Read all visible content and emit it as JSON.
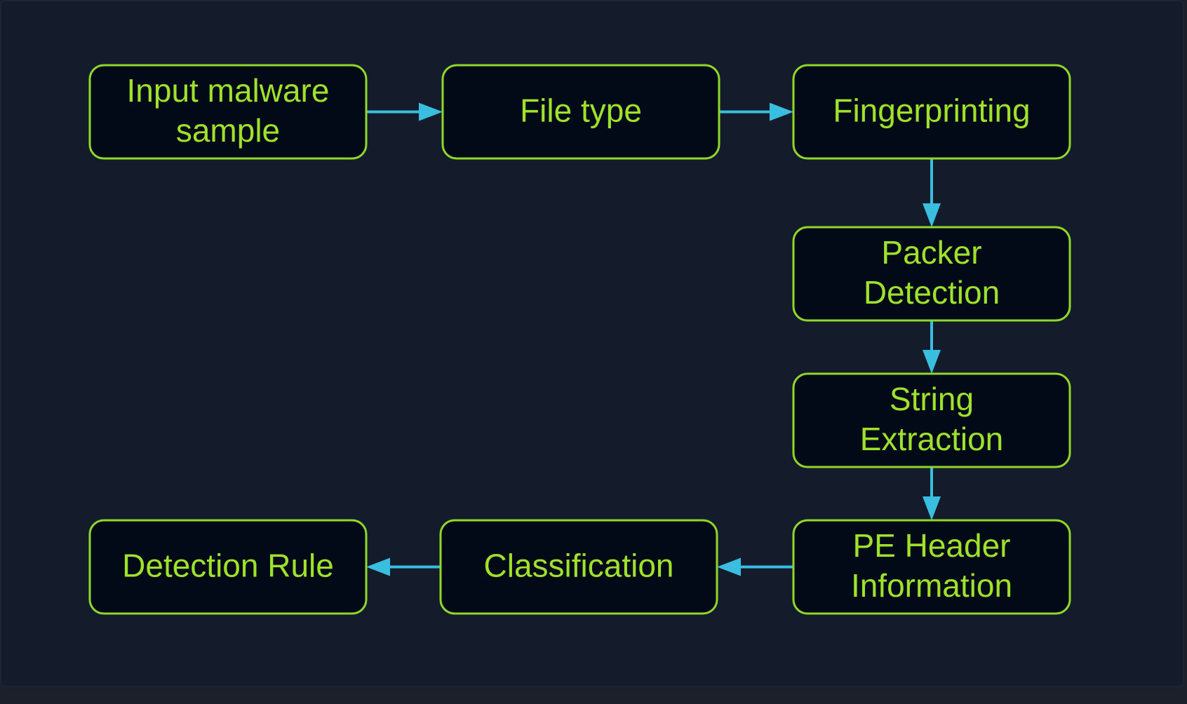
{
  "diagram": {
    "colors": {
      "background": "#141b2a",
      "node_fill": "#020a18",
      "node_border": "#8fd82a",
      "node_text": "#9ee22b",
      "arrow": "#39bedf"
    },
    "nodes": [
      {
        "id": "input",
        "lines": [
          "Input malware",
          "sample"
        ]
      },
      {
        "id": "filetype",
        "lines": [
          "File type"
        ]
      },
      {
        "id": "fingerprint",
        "lines": [
          "Fingerprinting"
        ]
      },
      {
        "id": "packer",
        "lines": [
          "Packer",
          "Detection"
        ]
      },
      {
        "id": "strings",
        "lines": [
          "String",
          "Extraction"
        ]
      },
      {
        "id": "peheader",
        "lines": [
          "PE Header",
          "Information"
        ]
      },
      {
        "id": "classification",
        "lines": [
          "Classification"
        ]
      },
      {
        "id": "rule",
        "lines": [
          "Detection Rule"
        ]
      }
    ],
    "edges": [
      {
        "from": "input",
        "to": "filetype"
      },
      {
        "from": "filetype",
        "to": "fingerprint"
      },
      {
        "from": "fingerprint",
        "to": "packer"
      },
      {
        "from": "packer",
        "to": "strings"
      },
      {
        "from": "strings",
        "to": "peheader"
      },
      {
        "from": "peheader",
        "to": "classification"
      },
      {
        "from": "classification",
        "to": "rule"
      }
    ]
  }
}
